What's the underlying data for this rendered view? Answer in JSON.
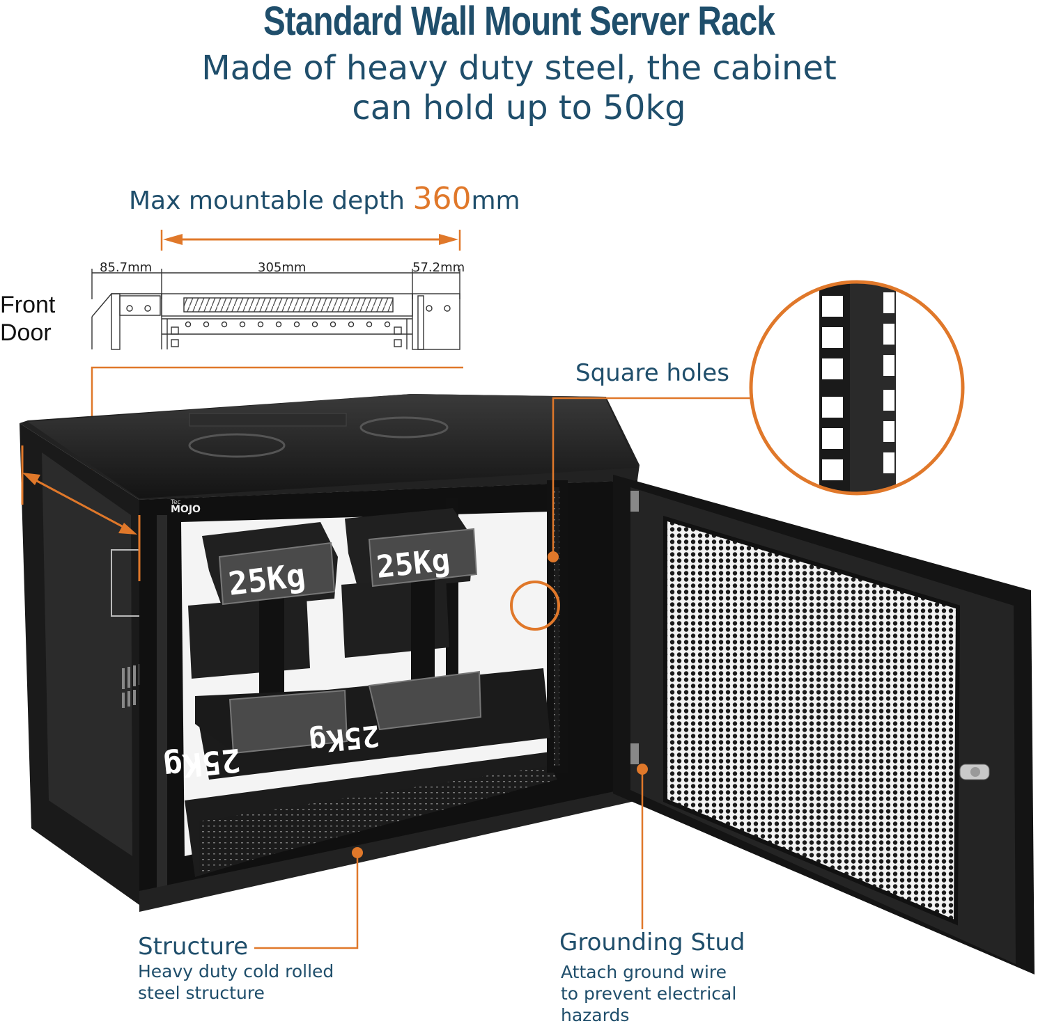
{
  "header": {
    "title": "Standard Wall Mount Server Rack",
    "subtitle_line1": "Made of heavy duty steel, the cabinet",
    "subtitle_line2": "can hold up to 50kg"
  },
  "depth": {
    "prefix": "Max mountable depth ",
    "value": "360",
    "unit": "mm",
    "segments": [
      "85.7mm",
      "305mm",
      "57.2mm"
    ]
  },
  "diagram": {
    "front_door_line1": "Front",
    "front_door_line2": "Door"
  },
  "weights": {
    "label": "25Kg"
  },
  "brand": {
    "small": "Tec",
    "big": "MOJO"
  },
  "callouts": {
    "square_holes": "Square holes",
    "structure_title": "Structure",
    "structure_line1": "Heavy duty cold rolled",
    "structure_line2": "steel structure",
    "grounding_title": "Grounding Stud",
    "grounding_line1": "Attach ground wire",
    "grounding_line2": "to prevent electrical",
    "grounding_line3": "hazards"
  },
  "colors": {
    "accent": "#e0782a",
    "navy": "#1f4e6b",
    "steel": "#1b1b1b"
  },
  "icons": {
    "arrow": "double-arrow-icon"
  }
}
